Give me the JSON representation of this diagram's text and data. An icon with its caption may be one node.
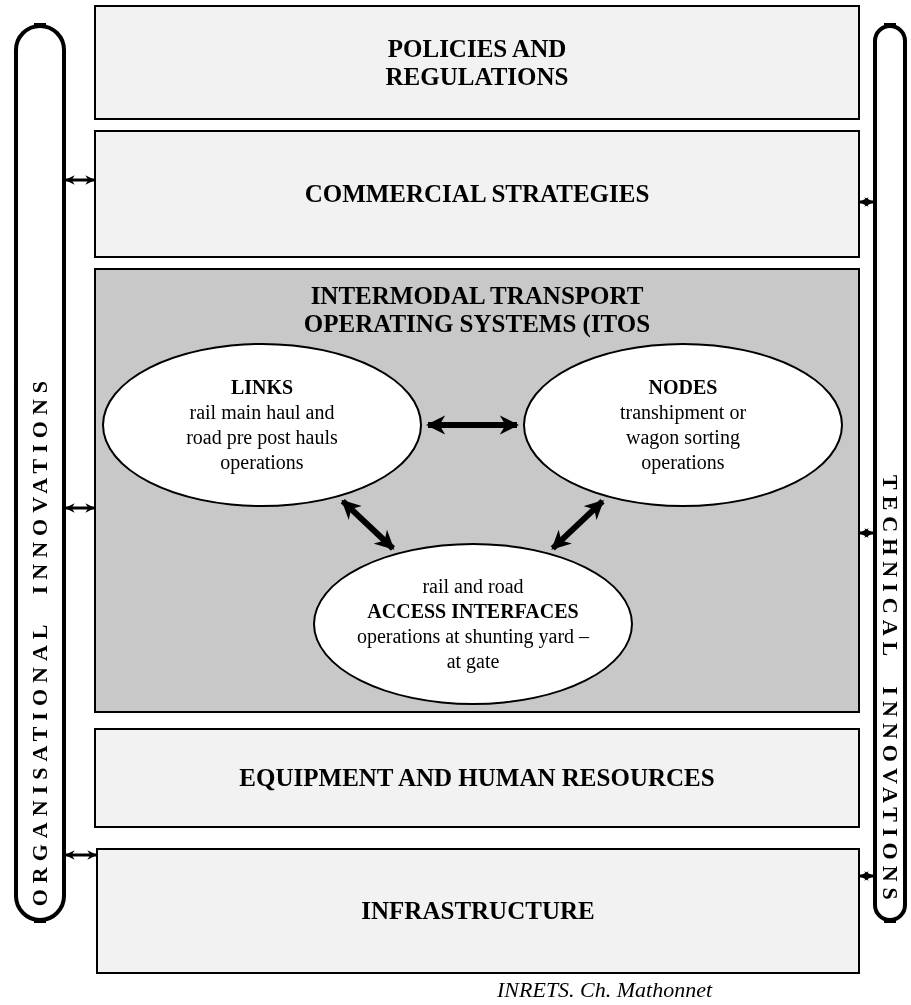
{
  "diagram": {
    "nodes": [
      {
        "text": [
          "ORGANISATIONAL INNOVATIONS"
        ]
      },
      {
        "text": [
          "POLICIES AND REGULATIONS"
        ]
      },
      {
        "text": [
          "COMMERCIAL STRATEGIES"
        ]
      },
      {
        "text": [
          "INTERMODAL TRANSPORT OPERATING SYSTEMS (ITOS"
        ]
      },
      {
        "text": [
          "LINKS",
          "rail main haul and road pre post hauls operations"
        ],
        "in": 3
      },
      {
        "text": [
          "NODES",
          "transhipment or wagon sorting operations"
        ],
        "in": 3
      },
      {
        "text": [
          "rail and road",
          "ACCESS INTERFACES",
          "operations at shunting yard – at gate"
        ],
        "in": 3
      },
      {
        "text": [
          "EQUIPMENT AND HUMAN RESOURCES"
        ]
      },
      {
        "text": [
          "INFRASTRUCTURE"
        ]
      },
      {
        "text": [
          "TECHNICAL INNOVATIONS"
        ]
      }
    ],
    "edges": [
      {
        "from": 0,
        "to": 2,
        "arrow": "both"
      },
      {
        "from": 0,
        "to": 3,
        "arrow": "both"
      },
      {
        "from": 0,
        "to": 8,
        "arrow": "both"
      },
      {
        "from": 9,
        "to": 2,
        "arrow": "both"
      },
      {
        "from": 9,
        "to": 3,
        "arrow": "both"
      },
      {
        "from": 9,
        "to": 8,
        "arrow": "both"
      },
      {
        "from": 4,
        "to": 5,
        "arrow": "both",
        "style": "thick"
      },
      {
        "from": 4,
        "to": 6,
        "arrow": "both",
        "style": "thick"
      },
      {
        "from": 5,
        "to": 6,
        "arrow": "both",
        "style": "thick"
      }
    ],
    "labels": [
      "INRETS. Ch. Mathonnet"
    ]
  }
}
